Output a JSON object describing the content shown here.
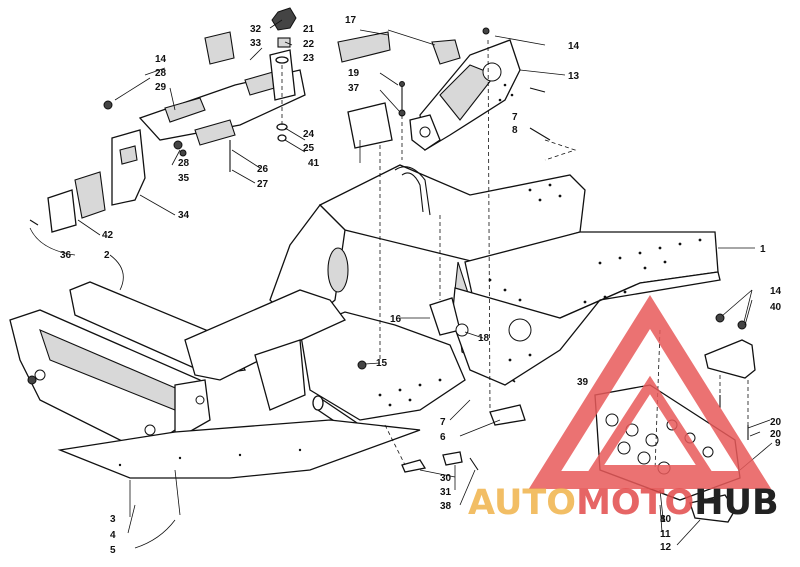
{
  "diagram": {
    "callouts": [
      "1",
      "2",
      "3",
      "4",
      "5",
      "6",
      "7",
      "7",
      "8",
      "8",
      "9",
      "10",
      "11",
      "12",
      "13",
      "14",
      "14",
      "14",
      "15",
      "16",
      "17",
      "18",
      "19",
      "20",
      "20",
      "21",
      "22",
      "23",
      "24",
      "25",
      "26",
      "27",
      "28",
      "28",
      "29",
      "30",
      "31",
      "32",
      "33",
      "34",
      "35",
      "36",
      "37",
      "38",
      "39",
      "40",
      "41",
      "42"
    ]
  },
  "watermark": {
    "text_part1": "AUTO",
    "text_part2": "MOTO",
    "text_part3": "HUB",
    "colors": {
      "auto": "#f0b34a",
      "moto": "#e24a4a",
      "hub": "#222222",
      "triangle": "#e85a5a"
    }
  }
}
